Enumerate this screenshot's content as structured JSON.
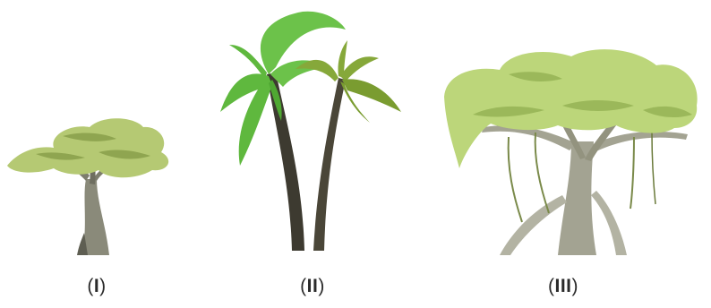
{
  "panels": [
    {
      "numeral": "I",
      "tree": "acacia-tree"
    },
    {
      "numeral": "II",
      "tree": "palm-trees"
    },
    {
      "numeral": "III",
      "tree": "banyan-tree"
    }
  ],
  "colors": {
    "acacia_canopy": "#b5c973",
    "acacia_canopy_shade": "#8fa550",
    "trunk_gray": "#8a8a7a",
    "trunk_gray_dark": "#5e5e52",
    "palm_light": "#6cc24a",
    "palm_olive": "#86a83a",
    "palm_trunk": "#3d3a30",
    "banyan_canopy": "#bcd67a",
    "banyan_canopy_shade": "#9bb85a",
    "banyan_trunk": "#a3a392"
  }
}
